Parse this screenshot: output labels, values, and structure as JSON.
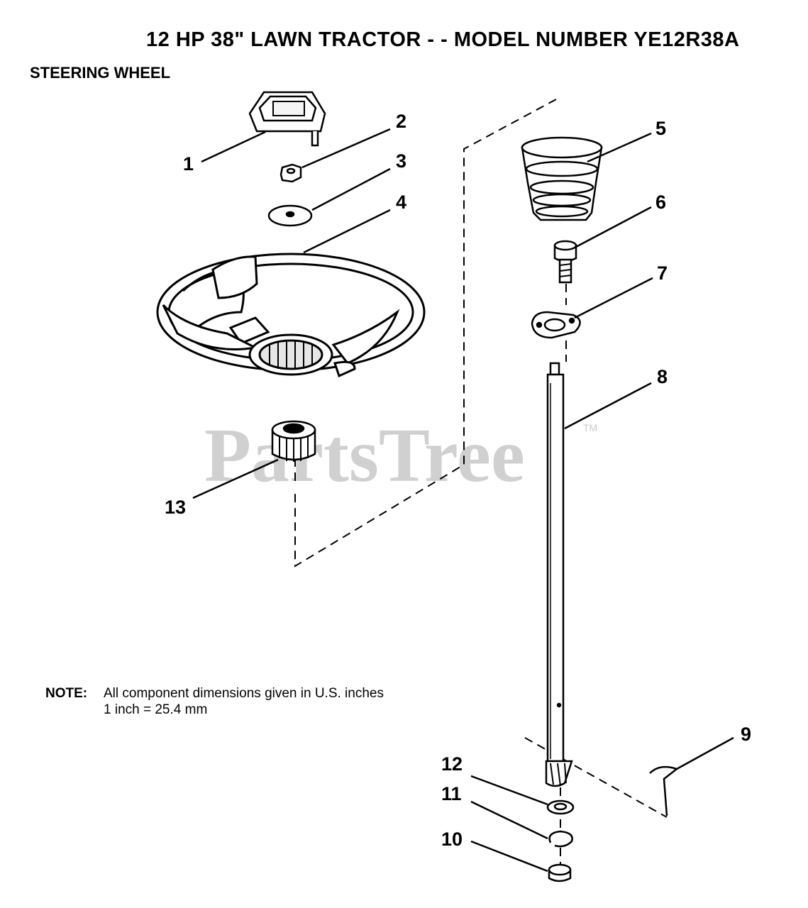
{
  "header": {
    "title": "12 HP 38\" LAWN TRACTOR - - MODEL NUMBER YE12R38A",
    "section": "STEERING WHEEL"
  },
  "note": {
    "label": "NOTE:",
    "line1": "All component dimensions given in U.S. inches",
    "line2": "1 inch = 25.4 mm"
  },
  "watermark": {
    "text": "PartsTree",
    "trademark": "TM"
  },
  "callouts": [
    "1",
    "2",
    "3",
    "4",
    "5",
    "6",
    "7",
    "8",
    "9",
    "10",
    "11",
    "12",
    "13"
  ]
}
